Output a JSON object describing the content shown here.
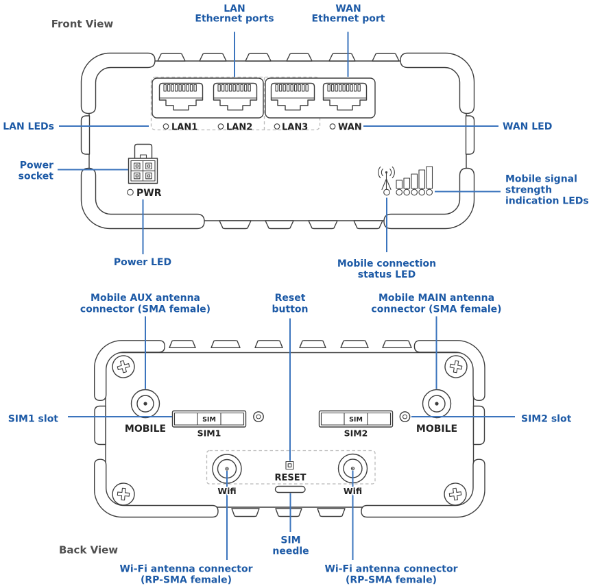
{
  "colors": {
    "label_blue": "#1d5aa6",
    "leader_line_blue": "#3b74bd",
    "line_art_gray": "#3d3d3d",
    "view_title_gray": "#4f4f4f",
    "dashed_outline_gray": "#b9b9b9"
  },
  "front_view": {
    "title": "Front View",
    "callouts": {
      "lan_ports": {
        "line1": "LAN",
        "line2": "Ethernet ports"
      },
      "wan_port": {
        "line1": "WAN",
        "line2": "Ethernet port"
      },
      "lan_leds": "LAN LEDs",
      "wan_led": "WAN LED",
      "power_socket": {
        "line1": "Power",
        "line2": "socket"
      },
      "power_led": "Power LED",
      "mobile_status": {
        "line1": "Mobile connection",
        "line2": "status LED"
      },
      "mobile_signal": {
        "line1": "Mobile signal",
        "line2": "strength",
        "line3": "indication LEDs"
      }
    },
    "device_labels": {
      "lan1": "LAN1",
      "lan2": "LAN2",
      "lan3": "LAN3",
      "wan": "WAN",
      "pwr": "PWR"
    }
  },
  "back_view": {
    "title": "Back View",
    "callouts": {
      "mobile_aux": {
        "line1": "Mobile AUX antenna",
        "line2": "connector (SMA female)"
      },
      "reset_button": {
        "line1": "Reset",
        "line2": "button"
      },
      "mobile_main": {
        "line1": "Mobile MAIN antenna",
        "line2": "connector (SMA female)"
      },
      "sim1_slot": "SIM1 slot",
      "sim2_slot": "SIM2 slot",
      "sim_needle": {
        "line1": "SIM",
        "line2": "needle"
      },
      "wifi_left": {
        "line1": "Wi-Fi antenna connector",
        "line2": "(RP-SMA female)"
      },
      "wifi_right": {
        "line1": "Wi-Fi antenna connector",
        "line2": "(RP-SMA female)"
      }
    },
    "device_labels": {
      "mobile_left": "MOBILE",
      "mobile_right": "MOBILE",
      "sim_chip_1": "SIM",
      "sim_chip_2": "SIM",
      "sim1": "SIM1",
      "sim2": "SIM2",
      "reset": "RESET",
      "wifi_left": "Wifi",
      "wifi_right": "Wifi"
    }
  }
}
